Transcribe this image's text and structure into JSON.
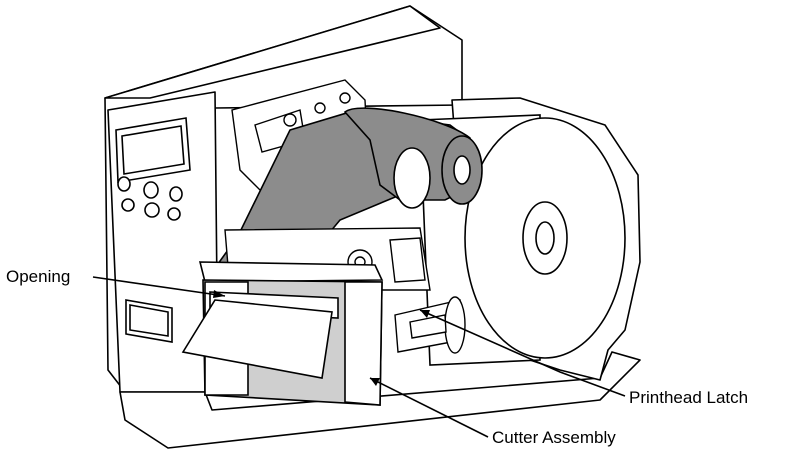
{
  "callouts": {
    "opening": "Opening",
    "printhead_latch": "Printhead Latch",
    "cutter_assembly": "Cutter Assembly"
  },
  "colors": {
    "outline": "#000000",
    "body_fill": "#ffffff",
    "ribbon_fill": "#8c8c8c",
    "cutter_shade": "#cfcfcf",
    "paper_fill": "#ffffff"
  }
}
